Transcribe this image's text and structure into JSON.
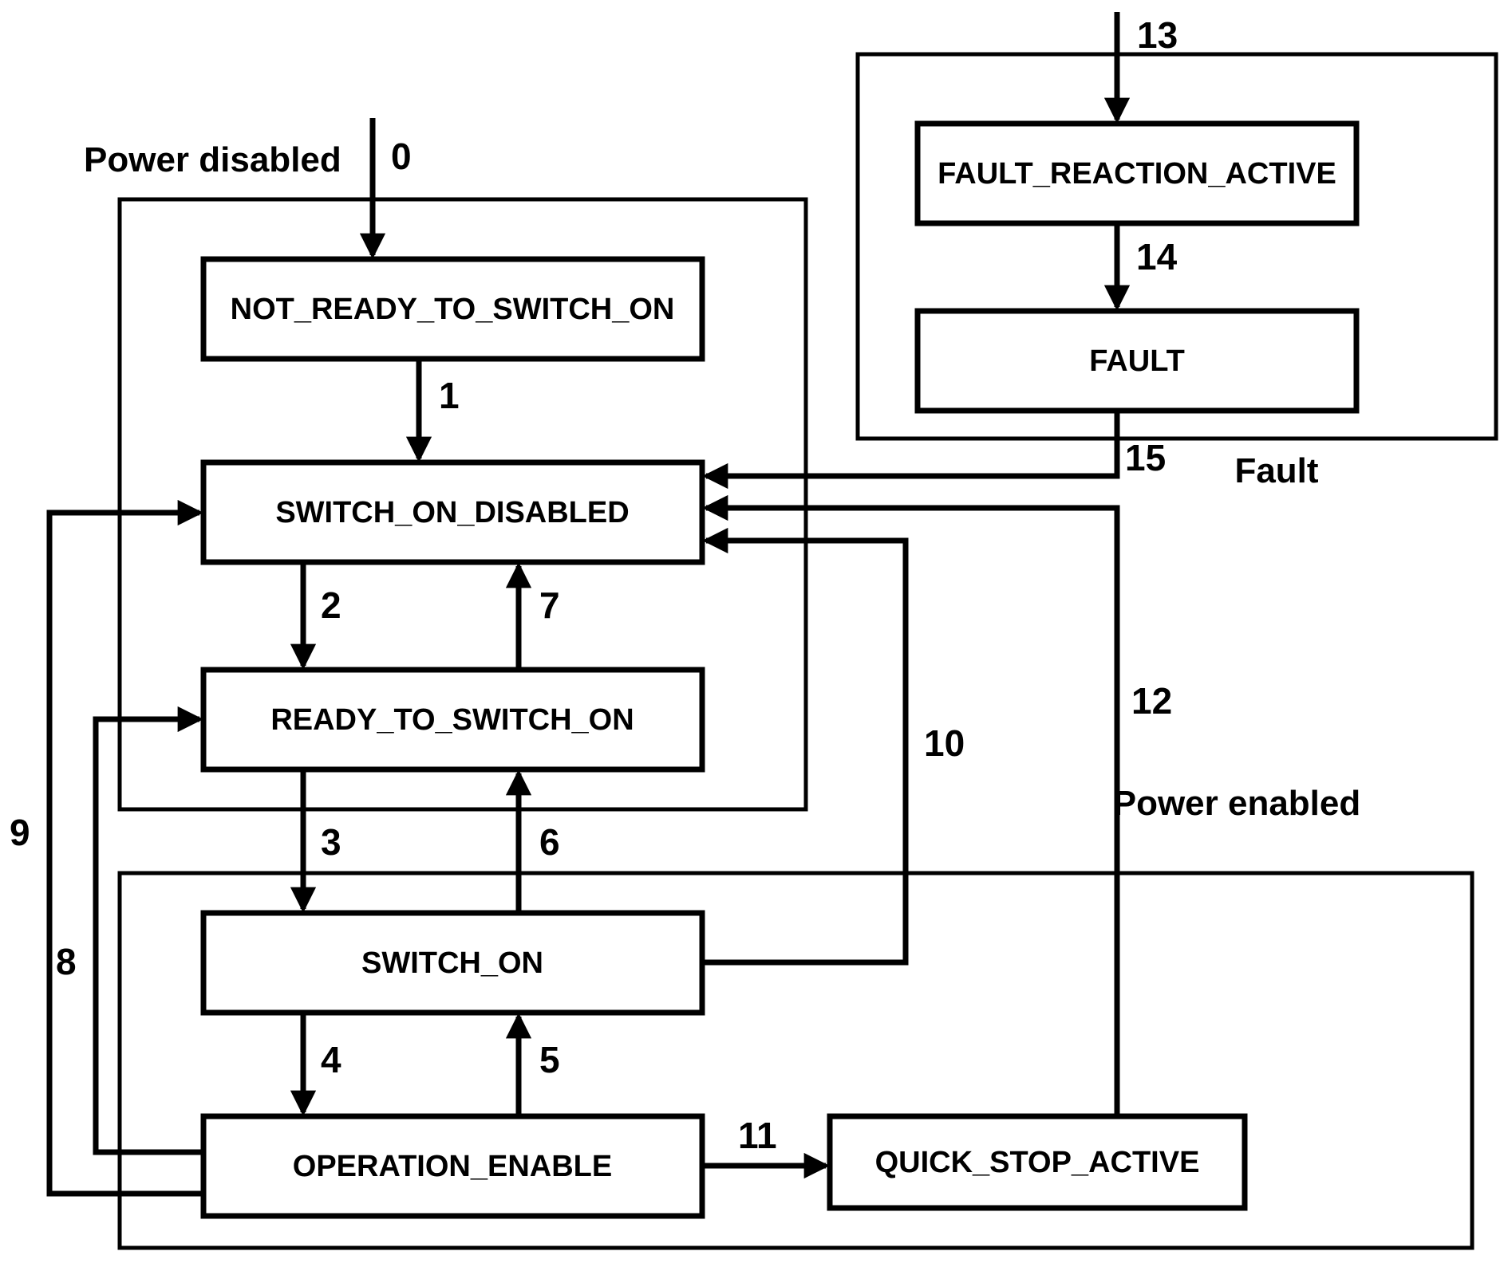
{
  "diagram": {
    "kind": "state-machine",
    "colors": {
      "line": "#000000",
      "background": "#ffffff"
    }
  },
  "regions": [
    {
      "id": "power-disabled",
      "label": "Power disabled"
    },
    {
      "id": "power-enabled",
      "label": "Power enabled"
    },
    {
      "id": "fault",
      "label": "Fault"
    }
  ],
  "states": [
    {
      "id": "not-ready-to-switch-on",
      "label": "NOT_READY_TO_SWITCH_ON"
    },
    {
      "id": "switch-on-disabled",
      "label": "SWITCH_ON_DISABLED"
    },
    {
      "id": "ready-to-switch-on",
      "label": "READY_TO_SWITCH_ON"
    },
    {
      "id": "switch-on",
      "label": "SWITCH_ON"
    },
    {
      "id": "operation-enable",
      "label": "OPERATION_ENABLE"
    },
    {
      "id": "quick-stop-active",
      "label": "QUICK_STOP_ACTIVE"
    },
    {
      "id": "fault-reaction-active",
      "label": "FAULT_REACTION_ACTIVE"
    },
    {
      "id": "fault",
      "label": "FAULT"
    }
  ],
  "transitions": [
    {
      "label": "0"
    },
    {
      "label": "1"
    },
    {
      "label": "2"
    },
    {
      "label": "3"
    },
    {
      "label": "4"
    },
    {
      "label": "5"
    },
    {
      "label": "6"
    },
    {
      "label": "7"
    },
    {
      "label": "8"
    },
    {
      "label": "9"
    },
    {
      "label": "10"
    },
    {
      "label": "11"
    },
    {
      "label": "12"
    },
    {
      "label": "13"
    },
    {
      "label": "14"
    },
    {
      "label": "15"
    }
  ]
}
